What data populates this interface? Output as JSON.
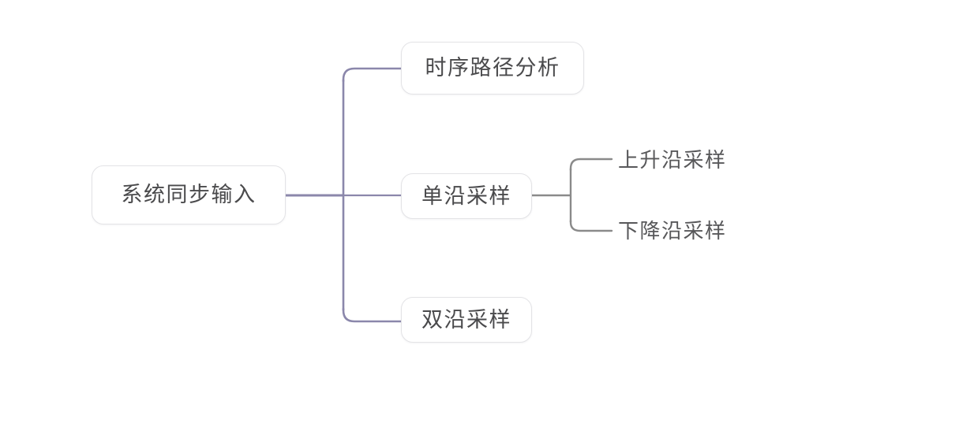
{
  "diagram": {
    "type": "mind-map",
    "orientation": "left-to-right",
    "background_color": "#ffffff",
    "root": {
      "label": "系统同步输入"
    },
    "branches": [
      {
        "label": "时序路径分析",
        "connector_color": "#8b87ab",
        "children": []
      },
      {
        "label": "单沿采样",
        "connector_color": "#8b87ab",
        "children": [
          {
            "label": "上升沿采样",
            "connector_color": "#8a8a8a"
          },
          {
            "label": "下降沿采样",
            "connector_color": "#8a8a8a"
          }
        ]
      },
      {
        "label": "双沿采样",
        "connector_color": "#8b87ab",
        "children": []
      }
    ],
    "colors": {
      "node_text": "#4a4a4c",
      "leaf_text": "#58585a",
      "node_border": "#e3e3e6",
      "node_fill": "#ffffff",
      "trunk_purple": "#8b87ab",
      "subtrunk_gray": "#8a8a8a"
    }
  }
}
